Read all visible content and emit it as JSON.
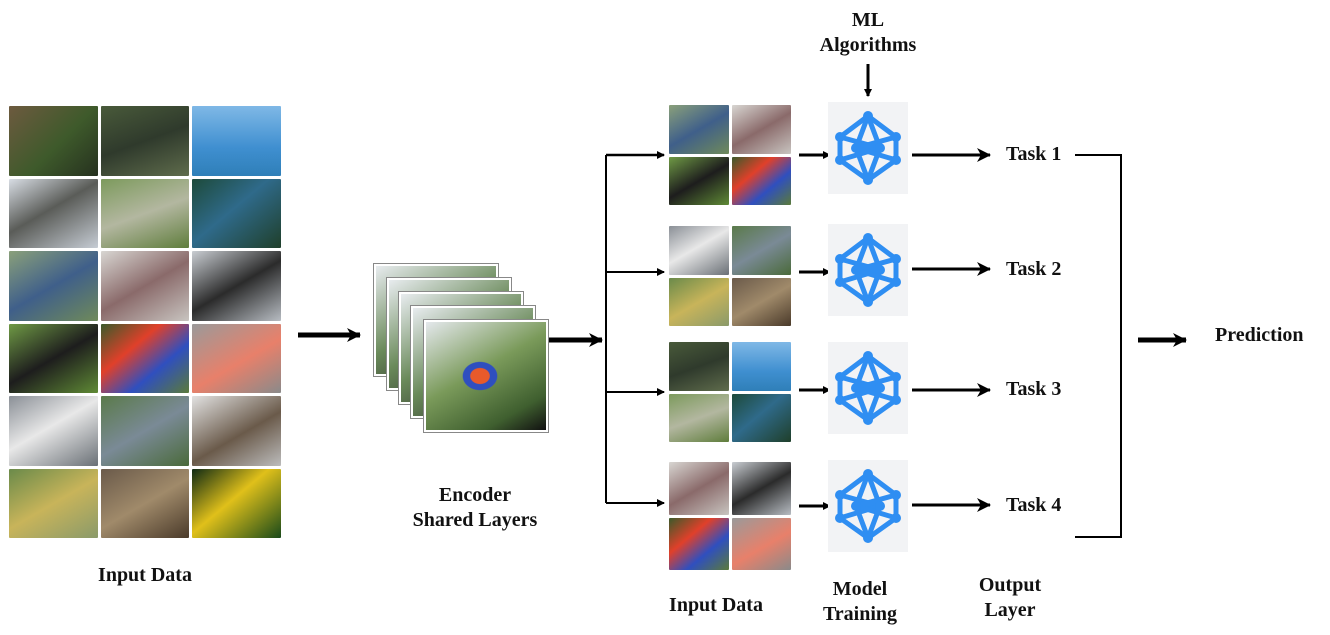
{
  "labels": {
    "input_data": "Input Data",
    "encoder_line1": "Encoder",
    "encoder_line2": "Shared Layers",
    "input_data_2": "Input Data",
    "model_line1": "Model",
    "model_line2": "Training",
    "output_line1": "Output",
    "output_line2": "Layer",
    "ml_line1": "ML",
    "ml_line2": "Algorithms",
    "prediction": "Prediction"
  },
  "tasks": [
    "Task 1",
    "Task 2",
    "Task 3",
    "Task 4"
  ],
  "icons": {
    "network": "neural-network-icon",
    "bird_image": "bird-photo-icon",
    "arrow": "arrow-right-icon"
  },
  "colors": {
    "network_blue": "#2f8ef2",
    "network_bg": "#f2f3f5",
    "arrow": "#000000"
  }
}
